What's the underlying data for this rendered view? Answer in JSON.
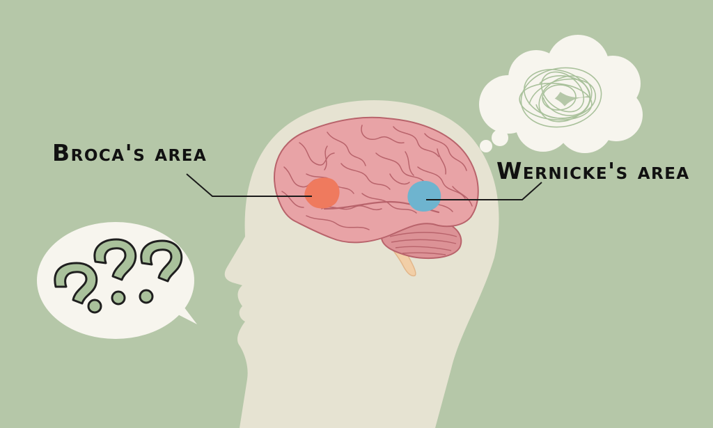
{
  "labels": {
    "broca": "Broca's area",
    "wernicke": "Wernicke's area"
  },
  "colors": {
    "background": "#b5c7a8",
    "head_silhouette": "#e6e3d2",
    "brain": "#e8a3a6",
    "brain_lines": "#b8636b",
    "broca_highlight": "#ef7a5e",
    "wernicke_highlight": "#6eb4cf",
    "bubble": "#f7f5ee",
    "question_marks": "#a9c19b",
    "scribble": "#a9c19b"
  },
  "bubbles": {
    "speech": {
      "icon": "question-marks",
      "count": 3
    },
    "thought": {
      "icon": "scribble"
    }
  }
}
